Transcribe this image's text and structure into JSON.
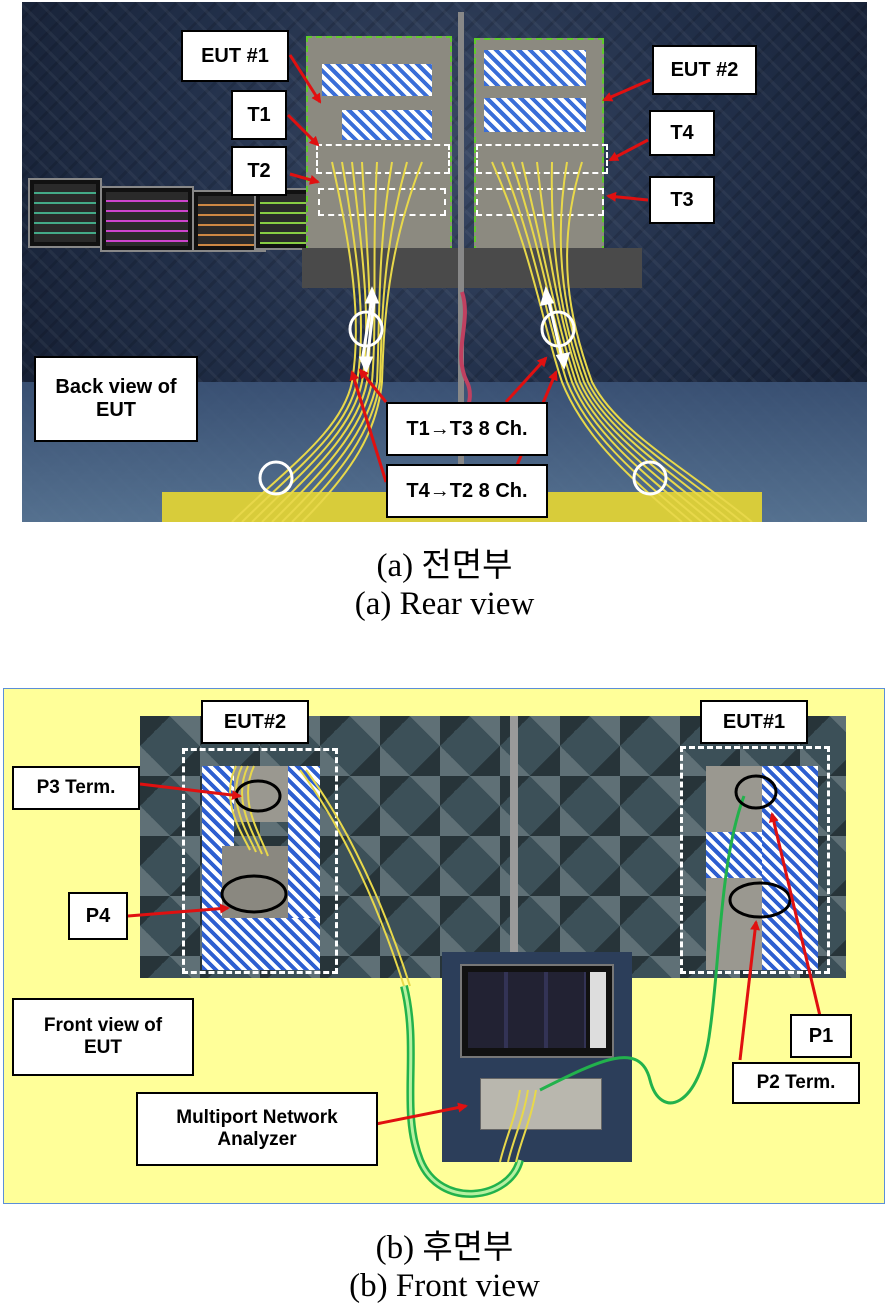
{
  "panel_a": {
    "labels": {
      "eut1": "EUT #1",
      "eut2": "EUT #2",
      "t1": "T1",
      "t2": "T2",
      "t3": "T3",
      "t4": "T4",
      "back_view_line1": "Back view of",
      "back_view_line2": "EUT",
      "t1_t3": "T1→T3 8 Ch.",
      "t4_t2": "T4→T2 8 Ch."
    },
    "caption_ko": "(a)  전면부",
    "caption_en": "(a)  Rear  view"
  },
  "panel_b": {
    "labels": {
      "eut2": "EUT#2",
      "eut1": "EUT#1",
      "p3": "P3 Term.",
      "p4": "P4",
      "front_view_line1": "Front view of",
      "front_view_line2": "EUT",
      "mna_line1": "Multiport Network",
      "mna_line2": "Analyzer",
      "p1": "P1",
      "p2": "P2 Term."
    },
    "caption_ko": "(b)  후면부",
    "caption_en": "(b)  Front  view"
  },
  "colors": {
    "arrow": "#e01010",
    "panel_b_bg": "#ffff99",
    "panel_b_border": "#5b8fd8",
    "cable_yellow": "#e8d84a",
    "cable_green": "#22b24c",
    "hatch_blue": "#3a6ed8"
  }
}
